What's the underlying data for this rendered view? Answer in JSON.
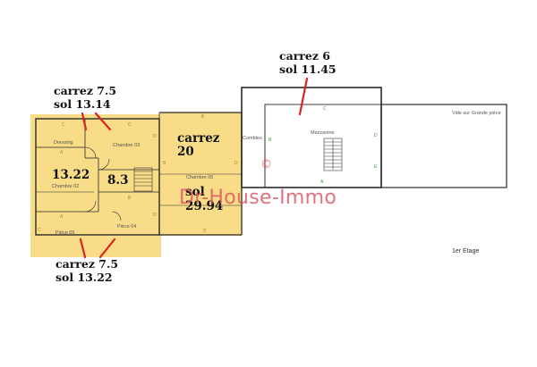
{
  "annotations": {
    "top_left_carrez": "carrez 7.5",
    "top_left_sol": "sol 13.14",
    "room_13": "13.22",
    "room_8": "8.3",
    "mid_carrez": "carrez",
    "mid_carrez_value": "20",
    "mid_sol": "sol",
    "mid_sol_value": "29.94",
    "bottom_left_carrez": "carrez 7.5",
    "bottom_left_sol": "sol 13.22",
    "top_right_carrez": "carrez 6",
    "top_right_sol": "sol 11.45"
  },
  "rooms": {
    "dressing": "Dressing",
    "chambre_03": "Chambre 03",
    "chambre_02": "Chambre 02",
    "chambre_05": "Chambre 05",
    "piece_05": "Pièce 05",
    "piece_04": "Pièce 04",
    "combles": "Combles",
    "mezzanine": "Mezzanine",
    "vide": "Vide sur Grande pièce"
  },
  "wall_marks": {
    "c": "C",
    "b": "B",
    "d": "D",
    "a": "A",
    "e": "E"
  },
  "floor_label": "1er Etage",
  "watermark": "Dr-House-Immo",
  "copyright_symbol": "©",
  "colors": {
    "highlight": "#f5d77a",
    "arrow": "#dd2222",
    "watermark": "#da505f",
    "wall": "#222222"
  }
}
